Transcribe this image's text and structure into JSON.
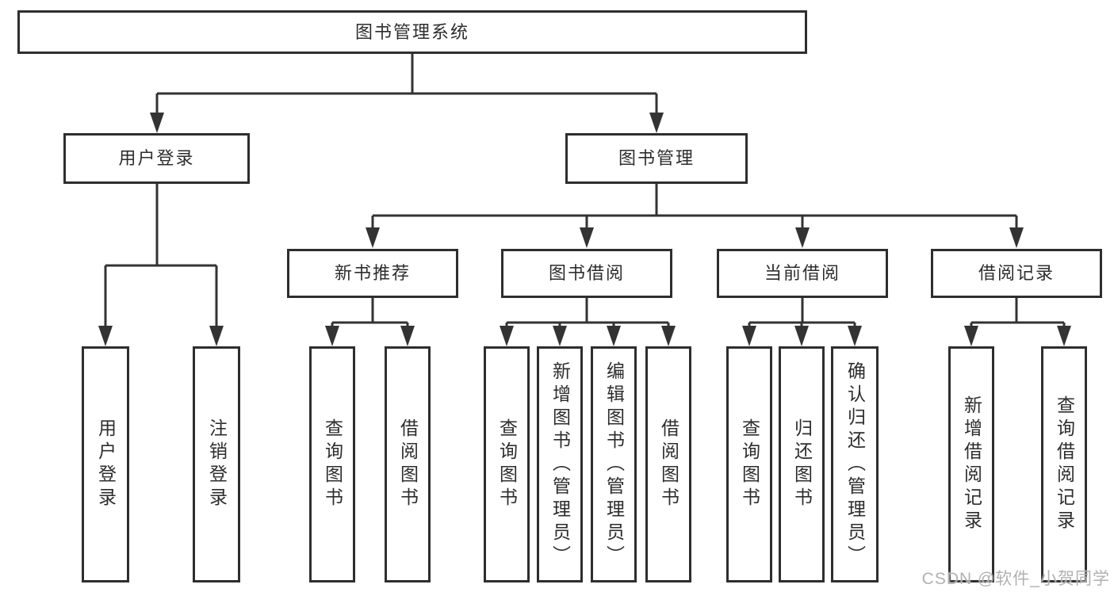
{
  "diagram": {
    "root": {
      "label": "图书管理系统"
    },
    "level2": [
      {
        "id": "user-login",
        "label": "用户登录"
      },
      {
        "id": "book-management",
        "label": "图书管理"
      }
    ],
    "level3": [
      {
        "id": "new-book-recommendation",
        "label": "新书推荐",
        "parent": "图书管理"
      },
      {
        "id": "book-borrowing",
        "label": "图书借阅",
        "parent": "图书管理"
      },
      {
        "id": "current-borrowing",
        "label": "当前借阅",
        "parent": "图书管理"
      },
      {
        "id": "borrowing-records",
        "label": "借阅记录",
        "parent": "图书管理"
      }
    ],
    "leaves": [
      {
        "label": "用户登录",
        "parent": "用户登录"
      },
      {
        "label": "注销登录",
        "parent": "用户登录"
      },
      {
        "label": "查询图书",
        "parent": "新书推荐"
      },
      {
        "label": "借阅图书",
        "parent": "新书推荐"
      },
      {
        "label": "查询图书",
        "parent": "图书借阅"
      },
      {
        "label": "新增图书（管理员）",
        "parent": "图书借阅"
      },
      {
        "label": "编辑图书（管理员）",
        "parent": "图书借阅"
      },
      {
        "label": "借阅图书",
        "parent": "图书借阅"
      },
      {
        "label": "查询图书",
        "parent": "当前借阅"
      },
      {
        "label": "归还图书",
        "parent": "当前借阅"
      },
      {
        "label": "确认归还（管理员）",
        "parent": "当前借阅"
      },
      {
        "label": "新增借阅记录",
        "parent": "借阅记录"
      },
      {
        "label": "查询借阅记录",
        "parent": "借阅记录"
      }
    ]
  },
  "watermark": {
    "text": "CSDN @软件_小贺同学"
  },
  "colors": {
    "line": "#333333",
    "border": "#2e2e2e",
    "text": "#2d2d2d",
    "background": "#ffffff",
    "watermark": "#adadad"
  }
}
